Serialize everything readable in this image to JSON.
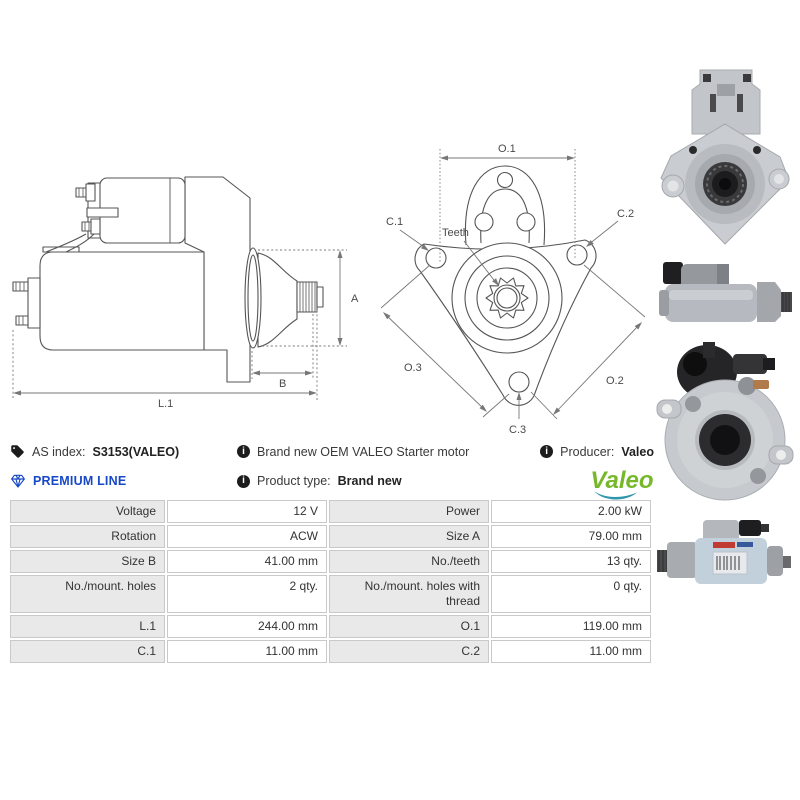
{
  "product": {
    "as_index_label": "AS index:",
    "as_index_value": "S3153(VALEO)",
    "premium_line": "PREMIUM LINE",
    "description": "Brand new OEM VALEO Starter motor",
    "product_type_label": "Product type:",
    "product_type_value": "Brand new",
    "producer_label": "Producer:",
    "producer_value": "Valeo",
    "brand_logo_text": "Valeo"
  },
  "icons": {
    "tag": "tag-icon",
    "info": "info-icon",
    "diamond": "premium-diamond-icon",
    "info_glyph": "i"
  },
  "colors": {
    "premium_blue": "#1748c6",
    "valeo_green": "#76b82a",
    "valeo_swoosh": "#2e96ad",
    "table_label_bg": "#e9e9e9",
    "table_border": "#c9c9c9",
    "drawing_line": "#555555"
  },
  "spec_table": {
    "rows": [
      {
        "label_left": "Voltage",
        "value_left": "12 V",
        "label_right": "Power",
        "value_right": "2.00 kW"
      },
      {
        "label_left": "Rotation",
        "value_left": "ACW",
        "label_right": "Size A",
        "value_right": "79.00 mm"
      },
      {
        "label_left": "Size B",
        "value_left": "41.00 mm",
        "label_right": "No./teeth",
        "value_right": "13 qty."
      },
      {
        "label_left": "No./mount. holes",
        "value_left": "2 qty.",
        "label_right": "No./mount. holes with thread",
        "value_right": "0 qty."
      },
      {
        "label_left": "L.1",
        "value_left": "244.00 mm",
        "label_right": "O.1",
        "value_right": "119.00 mm"
      },
      {
        "label_left": "C.1",
        "value_left": "11.00 mm",
        "label_right": "C.2",
        "value_right": "11.00 mm"
      }
    ]
  },
  "drawings": {
    "side_view": {
      "dim_a": "A",
      "dim_b": "B",
      "dim_l1": "L.1"
    },
    "front_view": {
      "dim_o1": "O.1",
      "dim_o2": "O.2",
      "dim_o3": "O.3",
      "hole_c1": "C.1",
      "hole_c2": "C.2",
      "hole_c3": "C.3",
      "teeth_label": "Teeth"
    }
  },
  "photos": {
    "front": "starter-front-flange-photo",
    "side_small": "starter-side-view-photo",
    "rear": "starter-rear-solenoid-photo",
    "side_large": "starter-side-labeled-photo"
  }
}
